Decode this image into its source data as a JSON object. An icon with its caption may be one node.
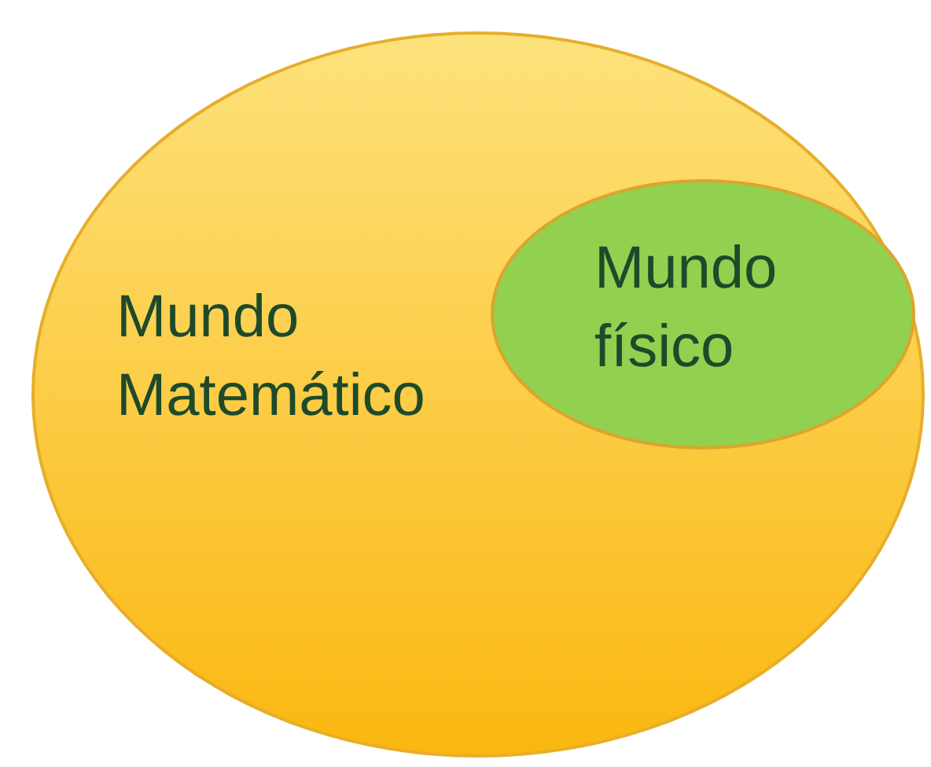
{
  "diagram": {
    "nodes": [
      {
        "text": [
          "Mundo Matemático"
        ]
      },
      {
        "text": [
          "Mundo físico"
        ],
        "in": 0
      }
    ]
  }
}
